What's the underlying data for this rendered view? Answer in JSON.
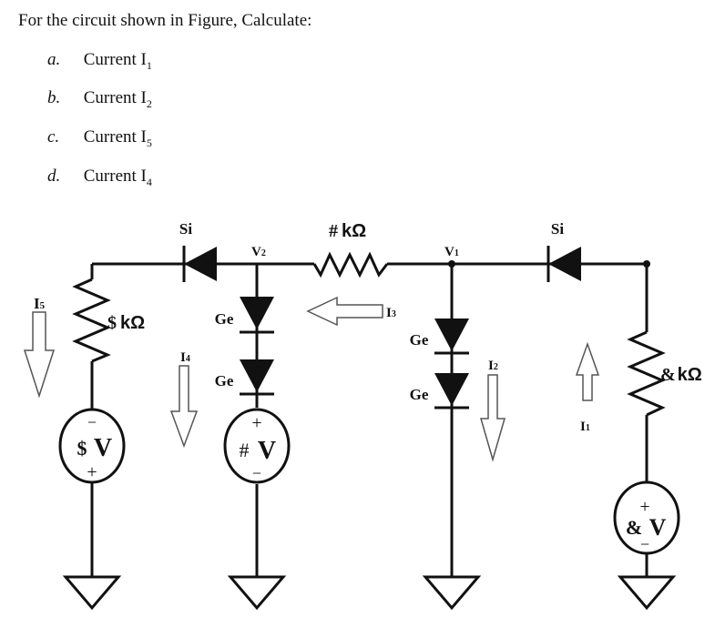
{
  "question": {
    "title": "For the circuit shown in Figure, Calculate:",
    "items": [
      {
        "letter": "a.",
        "text": "Current I",
        "sub": "1"
      },
      {
        "letter": "b.",
        "text": "Current I",
        "sub": "2"
      },
      {
        "letter": "c.",
        "text": "Current I",
        "sub": "5"
      },
      {
        "letter": "d.",
        "text": "Current I",
        "sub": "4"
      }
    ]
  },
  "circuit": {
    "diodes": {
      "si_left": "Si",
      "si_right": "Si",
      "ge_v2_top": "Ge",
      "ge_v2_bottom": "Ge",
      "ge_v1_top": "Ge",
      "ge_v1_bottom": "Ge"
    },
    "resistors": {
      "left": {
        "value": "$",
        "unit": "kΩ"
      },
      "middle": {
        "value": "#",
        "unit": "kΩ"
      },
      "right": {
        "value": "&",
        "unit": "kΩ"
      }
    },
    "sources": {
      "left": {
        "value": "$",
        "unit": "V",
        "top_sign": "−",
        "bottom_sign": "+"
      },
      "middle": {
        "value": "#",
        "unit": "V",
        "top_sign": "+",
        "bottom_sign": "−"
      },
      "right": {
        "value": "&",
        "unit": "V",
        "top_sign": "+",
        "bottom_sign": "−"
      }
    },
    "nodes": {
      "v2": {
        "label": "V",
        "sub": "2"
      },
      "v1": {
        "label": "V",
        "sub": "1"
      }
    },
    "currents": {
      "i5": {
        "label": "I",
        "sub": "5",
        "direction": "down"
      },
      "i4": {
        "label": "I",
        "sub": "4",
        "direction": "down"
      },
      "i3": {
        "label": "I",
        "sub": "3",
        "direction": "left"
      },
      "i2": {
        "label": "I",
        "sub": "2",
        "direction": "down"
      },
      "i1": {
        "label": "I",
        "sub": "1",
        "direction": "up"
      }
    }
  }
}
